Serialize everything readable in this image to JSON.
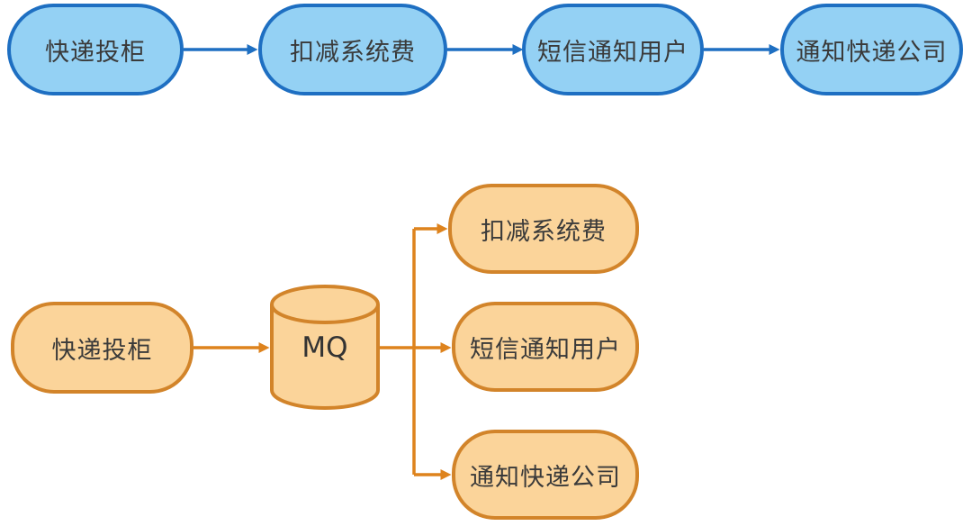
{
  "colors": {
    "blue_fill": "#94d1f4",
    "blue_border": "#1e6fc2",
    "blue_arrow": "#1e6fc2",
    "orange_fill": "#fbd49a",
    "orange_border": "#d2842a",
    "orange_arrow": "#de831d",
    "text": "#3a3a3a"
  },
  "sync_flow": {
    "nodes": [
      {
        "label": "快递投柜"
      },
      {
        "label": "扣减系统费"
      },
      {
        "label": "短信通知用户"
      },
      {
        "label": "通知快递公司"
      }
    ]
  },
  "mq_flow": {
    "producer": {
      "label": "快递投柜"
    },
    "queue": {
      "label": "MQ"
    },
    "consumers": [
      {
        "label": "扣减系统费"
      },
      {
        "label": "短信通知用户"
      },
      {
        "label": "通知快递公司"
      }
    ]
  }
}
